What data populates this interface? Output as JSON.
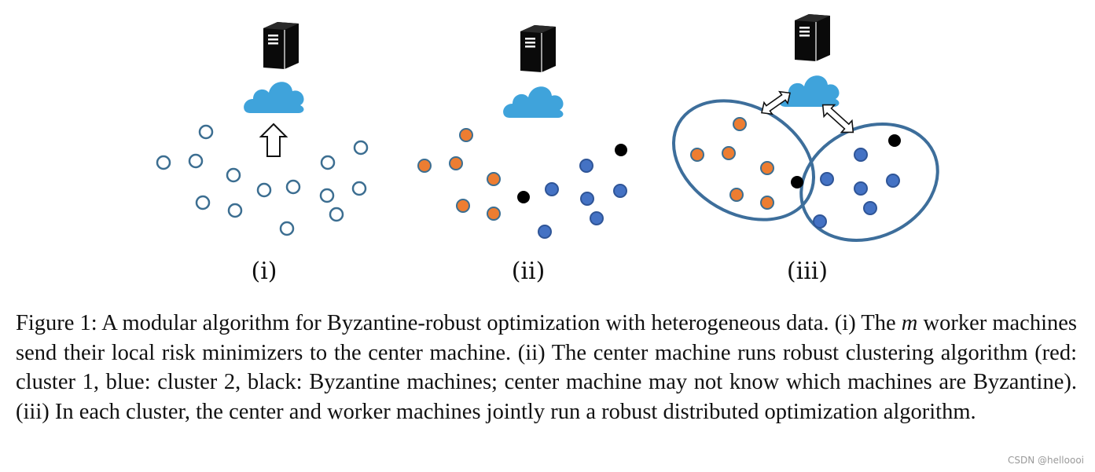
{
  "panels": [
    {
      "label": "(i)"
    },
    {
      "label": "(ii)"
    },
    {
      "label": "(iii)"
    }
  ],
  "legend_colors": {
    "red_cluster": "#ED7D31",
    "blue_cluster": "#4472C4",
    "byzantine": "#000000",
    "worker_outline": "#3C6E91",
    "ellipse_stroke": "#3D6E9B",
    "cloud": "#3FA3DB",
    "server": "#0a0a0a"
  },
  "caption": {
    "figure_label": "Figure 1:",
    "text_line1": "A modular algorithm for Byzantine-robust optimization with heterogeneous data. (i) The",
    "math_m": "m",
    "text_rest": "worker machines send their local risk minimizers to the center machine. (ii) The center machine runs robust clustering algorithm (red: cluster 1, blue: cluster 2, black: Byzantine machines; center machine may not know which machines are Byzantine). (iii) In each cluster, the center and worker machines jointly run a robust distributed optimization algorithm."
  },
  "watermark": "CSDN @helloooi"
}
